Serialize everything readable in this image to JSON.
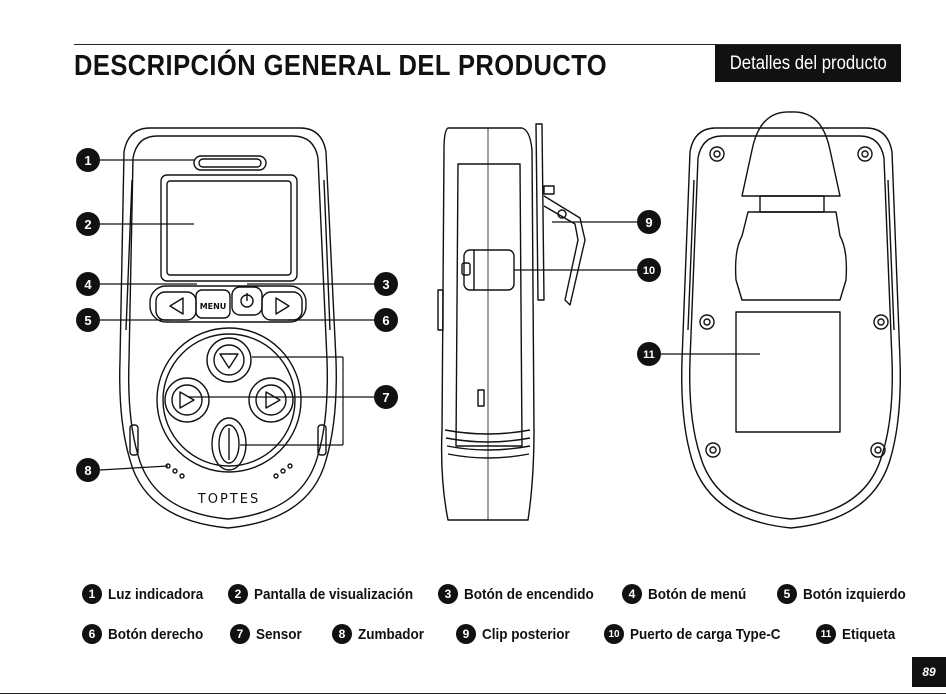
{
  "header": {
    "title": "DESCRIPCIÓN GENERAL DEL PRODUCTO",
    "section_tag": "Detalles del producto"
  },
  "device": {
    "brand_text": "TOPTES",
    "menu_button_text": "MENU"
  },
  "callouts": [
    "1",
    "2",
    "3",
    "4",
    "5",
    "6",
    "7",
    "8",
    "9",
    "10",
    "11"
  ],
  "legend": [
    {
      "num": "1",
      "label": "Luz indicadora"
    },
    {
      "num": "2",
      "label": "Pantalla de visualización"
    },
    {
      "num": "3",
      "label": "Botón de encendido"
    },
    {
      "num": "4",
      "label": "Botón de menú"
    },
    {
      "num": "5",
      "label": "Botón izquierdo"
    },
    {
      "num": "6",
      "label": "Botón derecho"
    },
    {
      "num": "7",
      "label": "Sensor"
    },
    {
      "num": "8",
      "label": "Zumbador"
    },
    {
      "num": "9",
      "label": "Clip posterior"
    },
    {
      "num": "10",
      "label": "Puerto de carga Type-C"
    },
    {
      "num": "11",
      "label": "Etiqueta"
    }
  ],
  "footer": {
    "page_number": "89"
  }
}
